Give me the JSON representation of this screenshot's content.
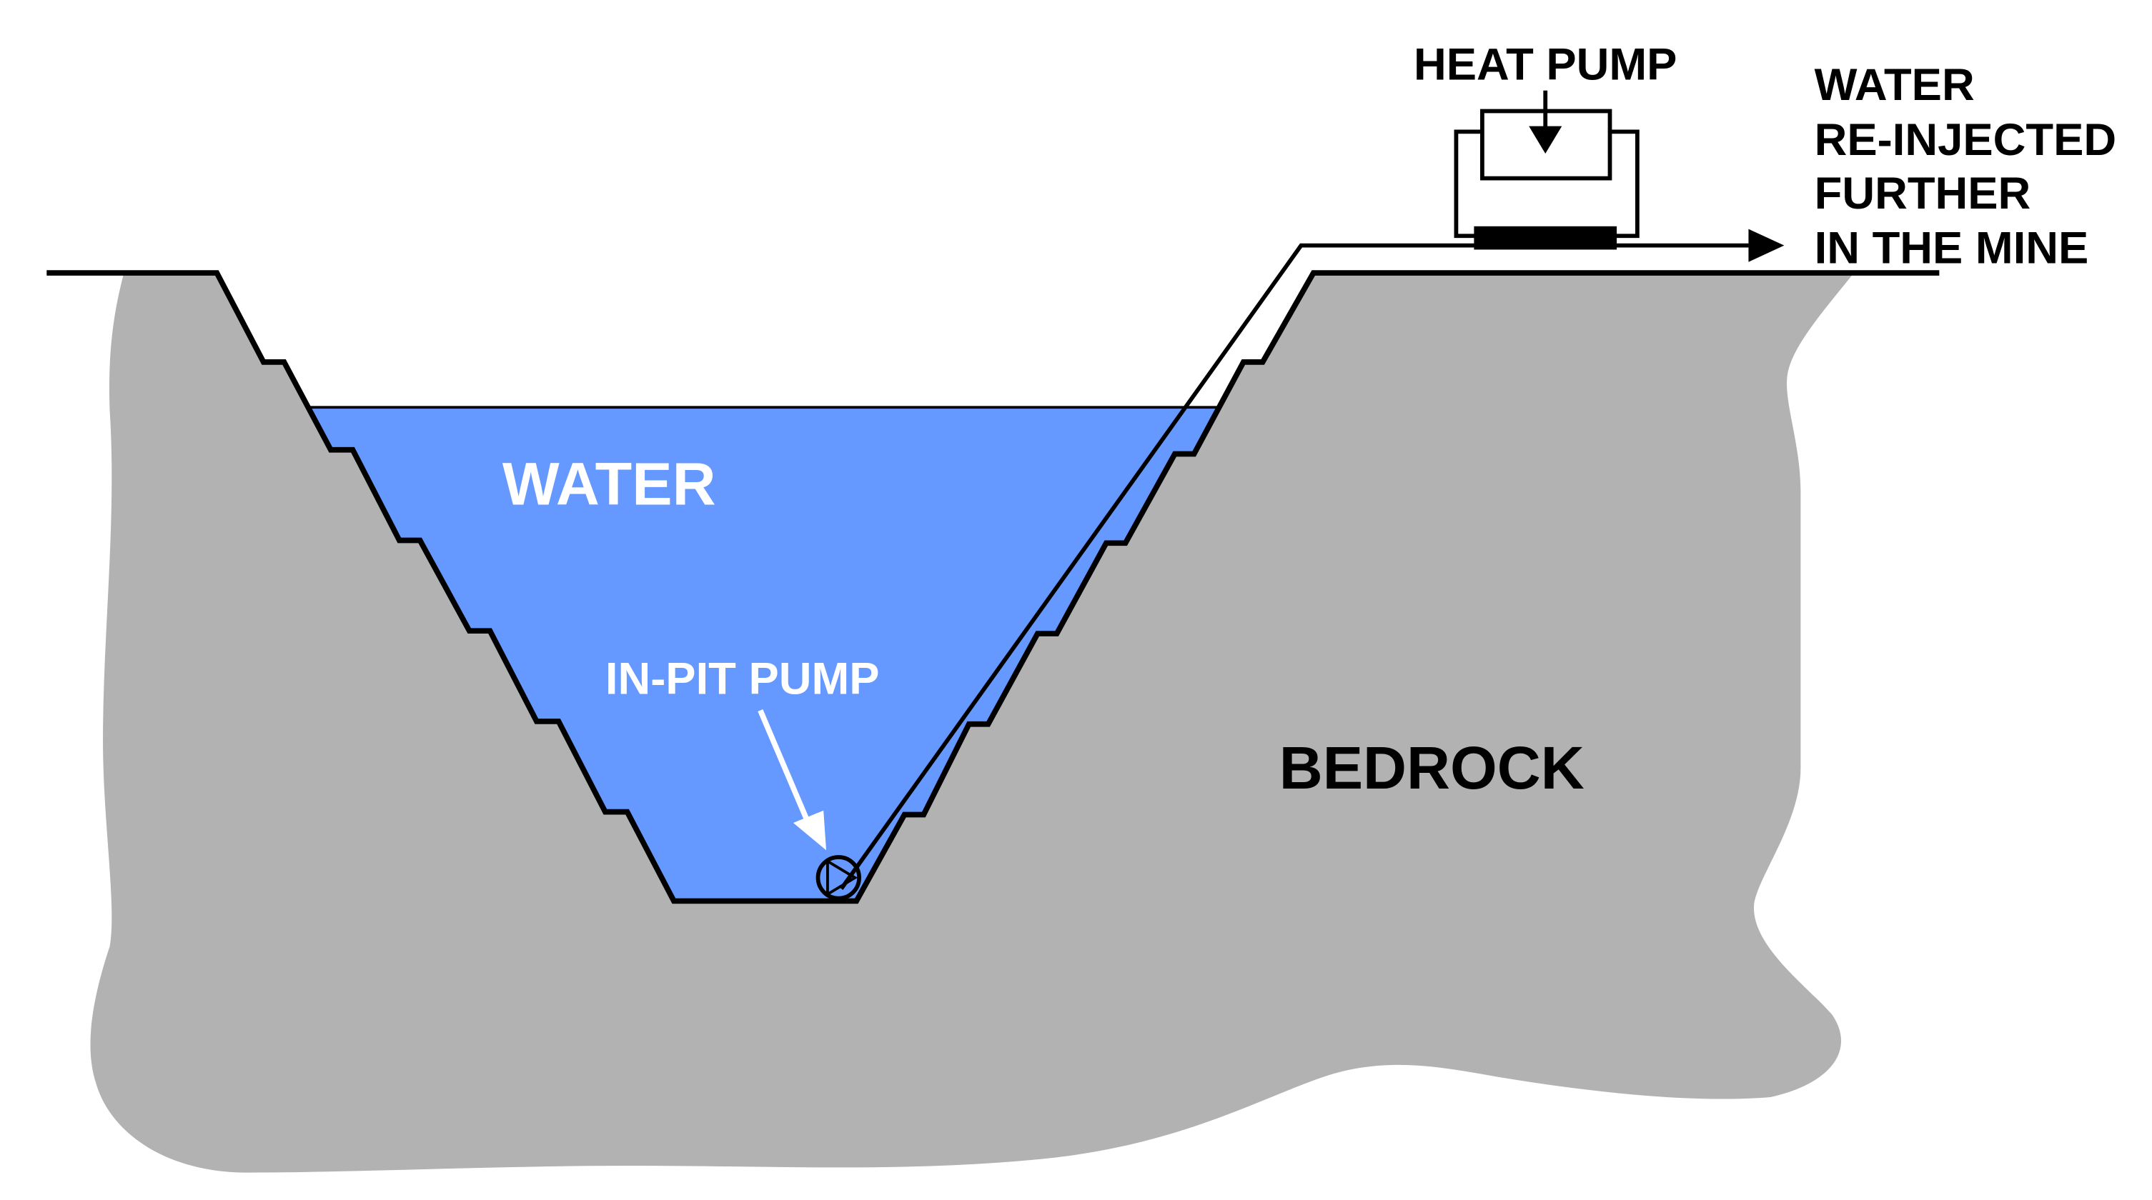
{
  "labels": {
    "heat_pump": "HEAT PUMP",
    "outlet_line_1": "WATER",
    "outlet_line_2": "RE-INJECTED",
    "outlet_line_3": "FURTHER",
    "outlet_line_4": "IN THE MINE",
    "water": "WATER",
    "in_pit_pump": "IN-PIT PUMP",
    "bedrock": "BEDROCK"
  },
  "colors": {
    "bedrock": "#b2b2b2",
    "water": "#6699ff",
    "line": "#000000",
    "water_label": "#ffffff",
    "pump_label": "#ffffff",
    "background": "#ffffff"
  }
}
